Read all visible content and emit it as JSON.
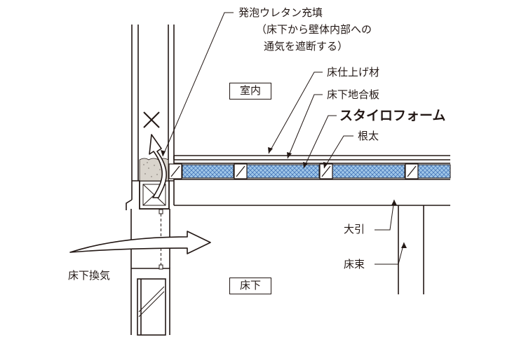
{
  "labels": {
    "urethane_line1": "発泡ウレタン充填",
    "urethane_line2": "（床下から壁体内部への",
    "urethane_line3": "通気を遮断する）",
    "floor_finish": "床仕上げ材",
    "subfloor": "床下地合板",
    "styrofoam": "スタイロフォーム",
    "joist": "根太",
    "girder": "大引",
    "floor_post": "床束",
    "indoor": "室内",
    "underfloor": "床下",
    "underfloor_vent": "床下換気"
  },
  "colors": {
    "line": "#231815",
    "insulation": "#9fc6e8",
    "insulation_hatch": "#3d6fb5",
    "urethane_fill": "#d9d4cc"
  },
  "icons": {
    "blocked": "cross-mark-icon",
    "airflow_up": "curved-arrow-up-icon",
    "airflow_right": "curved-arrow-right-icon"
  }
}
